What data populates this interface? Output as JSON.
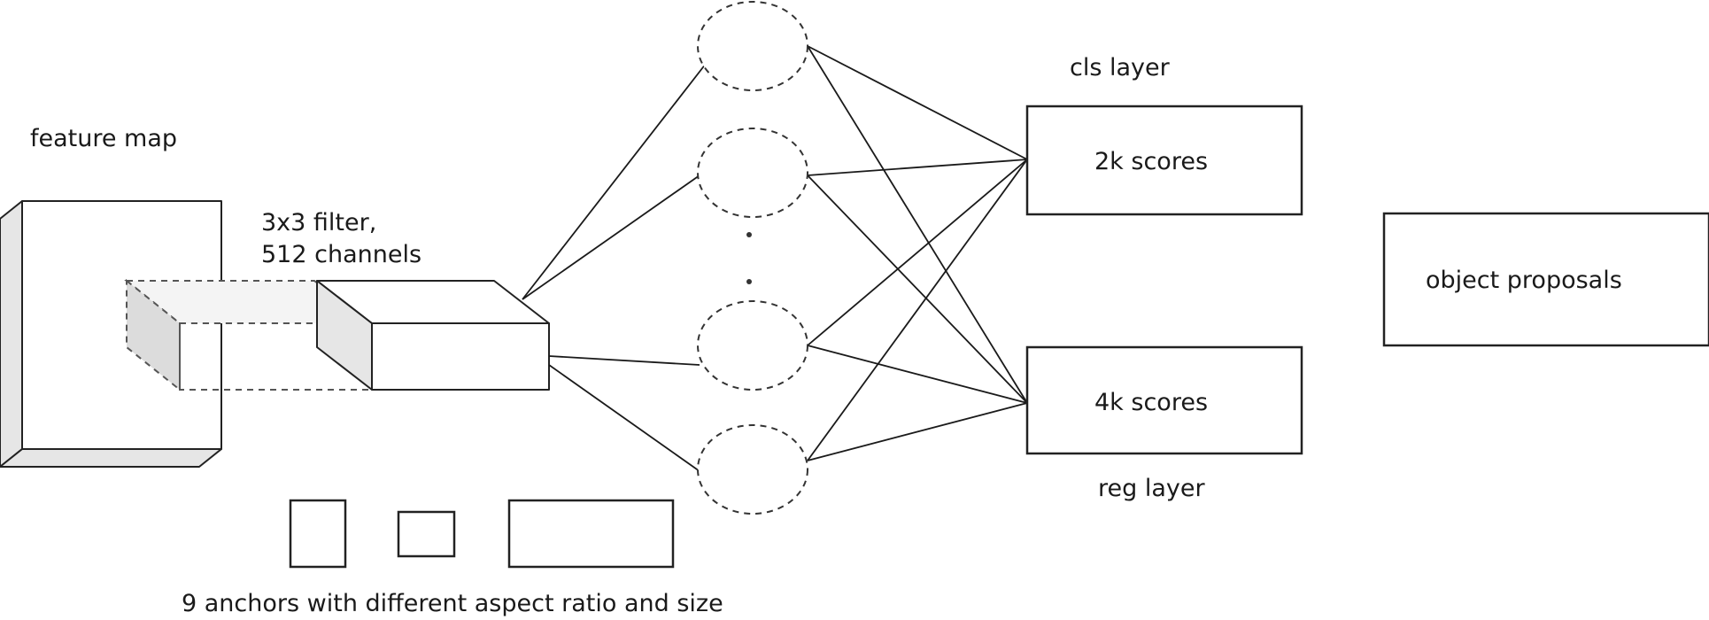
{
  "labels": {
    "feature_map": "feature map",
    "filter_line1": "3x3 filter,",
    "filter_line2": "512 channels",
    "cls_layer": "cls layer",
    "reg_layer": "reg layer",
    "cls_scores": "2k scores",
    "reg_scores": "4k scores",
    "object_proposals": "object proposals",
    "anchors_caption": "9 anchors with different aspect ratio and size"
  }
}
